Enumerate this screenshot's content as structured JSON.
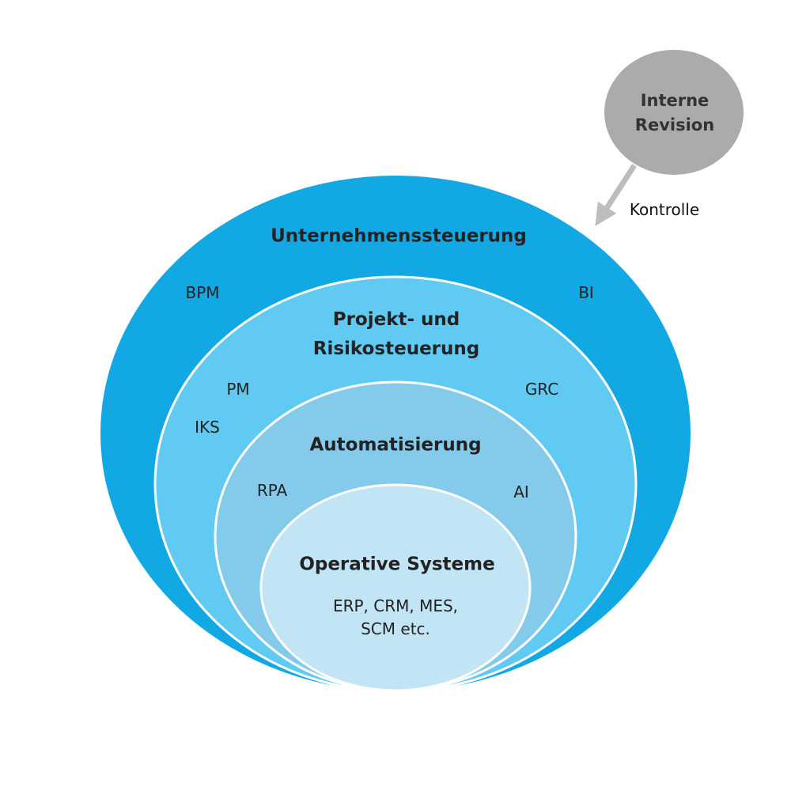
{
  "colors": {
    "level1": "#12A8E4",
    "level2": "#61CAF3",
    "level3": "#84CBEB",
    "level4": "#C2E5F5",
    "border": "#FFFFFF",
    "revision": "#ABABAB",
    "arrow": "#BDBDBD",
    "text": "#222222"
  },
  "revision": {
    "title_line1": "Interne",
    "title_line2": "Revision",
    "arrow_label": "Kontrolle"
  },
  "levels": [
    {
      "title": "Unternehmenssteuerung",
      "items": [
        "BPM",
        "BI"
      ]
    },
    {
      "title_line1": "Projekt- und",
      "title_line2": "Risikosteuerung",
      "items": [
        "PM",
        "GRC",
        "IKS"
      ]
    },
    {
      "title": "Automatisierung",
      "items": [
        "RPA",
        "AI"
      ]
    },
    {
      "title": "Operative Systeme",
      "subtitle_line1": "ERP, CRM, MES,",
      "subtitle_line2": "SCM etc."
    }
  ]
}
